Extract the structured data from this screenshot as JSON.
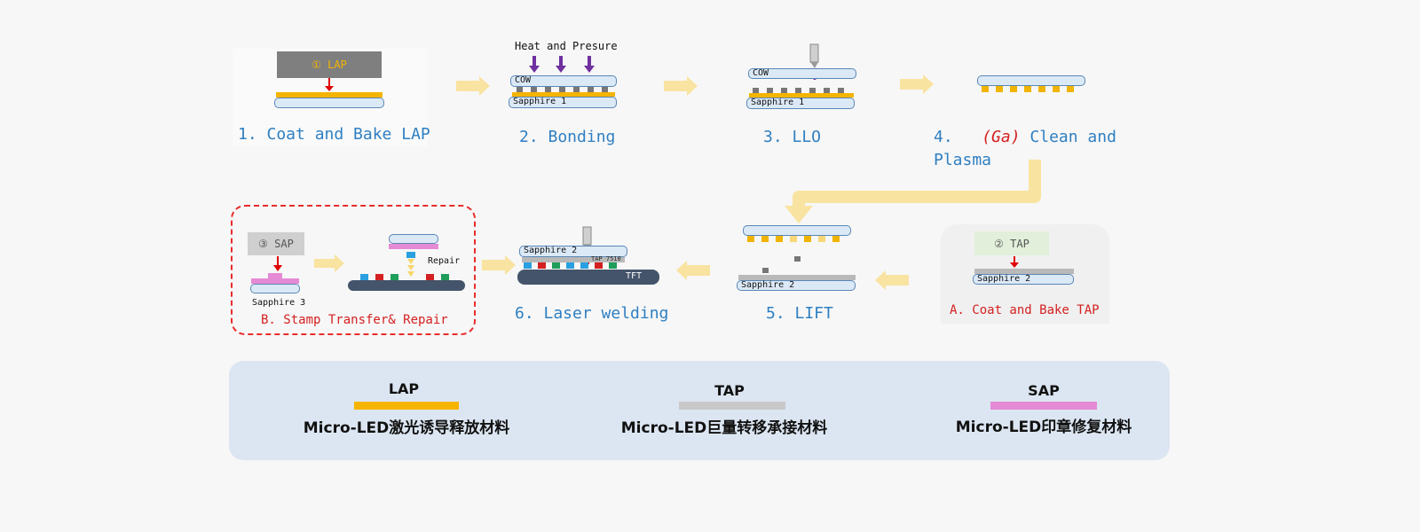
{
  "steps": {
    "s1": {
      "label": "1.  Coat and Bake LAP",
      "box": "① LAP"
    },
    "s2": {
      "label": "2.  Bonding",
      "heat": "Heat and Presure",
      "top_plate": "COW",
      "bottom_plate": "Sapphire 1"
    },
    "s3": {
      "label": "3.  LLO",
      "top_plate": "COW",
      "bottom_plate": "Sapphire 1"
    },
    "s4": {
      "num": "4.",
      "ga": "(Ga)",
      "rest": " Clean and",
      "line2": "Plasma"
    },
    "s5": {
      "label": "5.   LIFT",
      "plate": "Sapphire 2"
    },
    "s6": {
      "label": "6.   Laser welding",
      "plate": "Sapphire 2",
      "tap_text": "TAP 7510",
      "tft": "TFT"
    },
    "sA": {
      "label": "A.   Coat and Bake TAP",
      "box": "② TAP",
      "plate": "Sapphire 2"
    },
    "sB": {
      "label": "B.   Stamp Transfer& Repair",
      "box": "③ SAP",
      "plate": "Sapphire 3",
      "repair": "Repair"
    }
  },
  "legend": {
    "items": [
      {
        "title": "LAP",
        "desc": "Micro-LED激光诱导释放材料",
        "color": "#f5b400"
      },
      {
        "title": "TAP",
        "desc": "Micro-LED巨量转移承接材料",
        "color": "#c8c8c8"
      },
      {
        "title": "SAP",
        "desc": "Micro-LED印章修复材料",
        "color": "#e58ad5"
      }
    ]
  },
  "colors": {
    "arrow": "#f9e3a0",
    "step_text": "#2f7fc1",
    "red": "#d42020",
    "plate": "#dbe9f6",
    "purple": "#7030a0"
  }
}
